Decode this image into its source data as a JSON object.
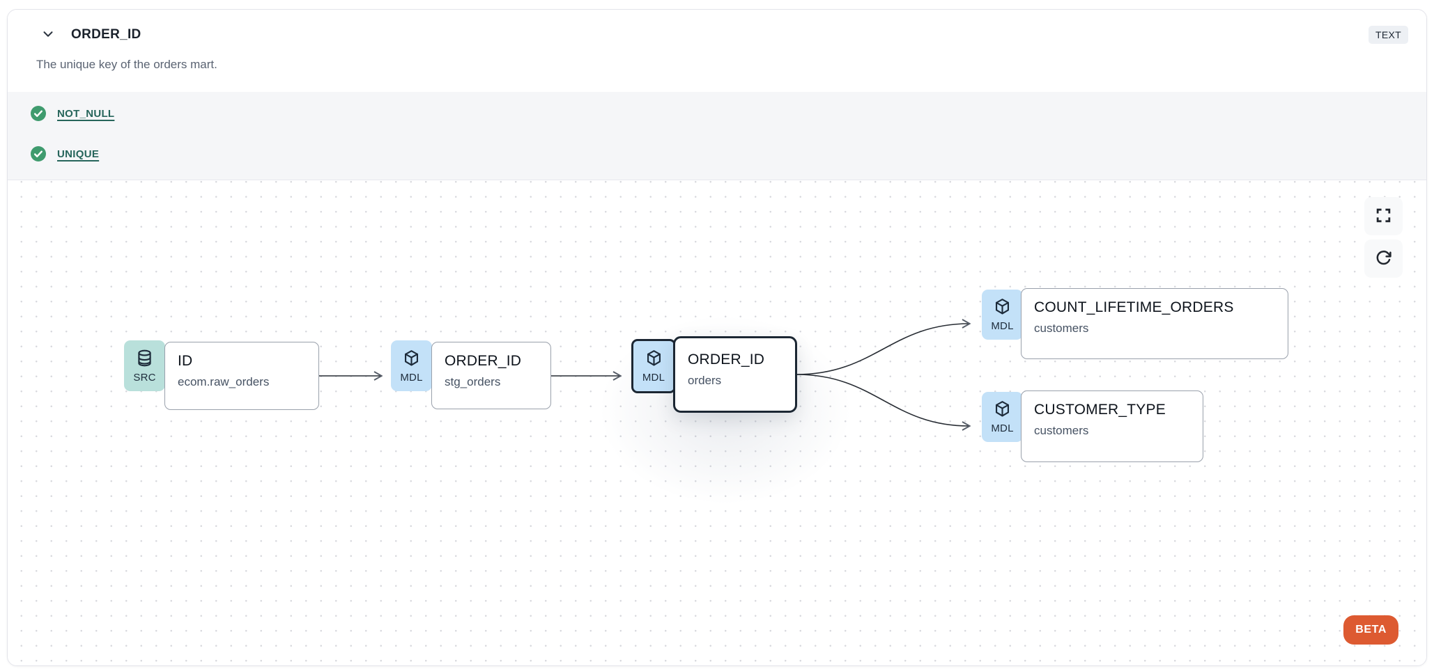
{
  "panel": {
    "header": {
      "title": "ORDER_ID",
      "type_badge": "TEXT",
      "description": "The unique key of the orders mart."
    },
    "tests": {
      "items": [
        {
          "label": "NOT_NULL",
          "status": "pass"
        },
        {
          "label": "UNIQUE",
          "status": "pass"
        }
      ]
    },
    "lineage": {
      "nodes": [
        {
          "badge": "SRC",
          "icon": "database-icon",
          "title": "ID",
          "subtitle": "ecom.raw_orders",
          "selected": false
        },
        {
          "badge": "MDL",
          "icon": "cube-icon",
          "title": "ORDER_ID",
          "subtitle": "stg_orders",
          "selected": false
        },
        {
          "badge": "MDL",
          "icon": "cube-icon",
          "title": "ORDER_ID",
          "subtitle": "orders",
          "selected": true
        },
        {
          "badge": "MDL",
          "icon": "cube-icon",
          "title": "COUNT_LIFETIME_ORDERS",
          "subtitle": "customers",
          "selected": false
        },
        {
          "badge": "MDL",
          "icon": "cube-icon",
          "title": "CUSTOMER_TYPE",
          "subtitle": "customers",
          "selected": false
        }
      ],
      "beta_label": "BETA"
    },
    "colors": {
      "src_badge_bg": "#b9e0db",
      "mdl_badge_bg": "#c3e1f8",
      "test_pass_green": "#3f9b6e",
      "test_link": "#26655b",
      "selected_border": "#1c2733",
      "beta_orange": "#dd5a31"
    }
  }
}
